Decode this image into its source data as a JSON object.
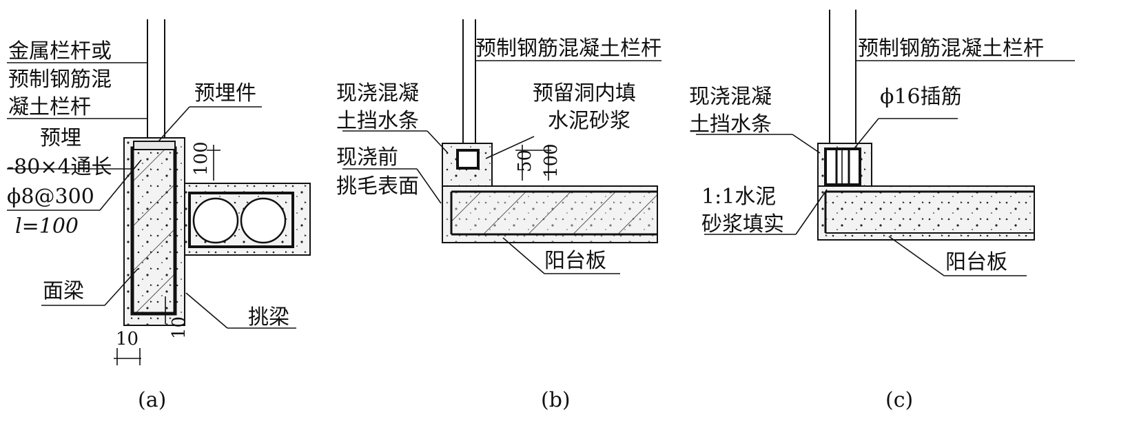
{
  "panel_a": {
    "label_railing_line1": "金属栏杆或",
    "label_railing_line2": "预制钢筋混",
    "label_railing_line3": "凝土栏杆",
    "label_embed": "预埋件",
    "label_embed_spec_1": "预埋",
    "label_embed_spec_2": "-80×4通长",
    "label_embed_spec_3": "ϕ8@300",
    "label_embed_spec_4": "l=100",
    "label_face_beam": "面梁",
    "label_cantilever": "挑梁",
    "dim_100": "100",
    "dim_10_bottom": "10",
    "dim_10_left": "10",
    "caption": "(a)"
  },
  "panel_b": {
    "label_railing": "预制钢筋混凝土栏杆",
    "label_curb_line1": "现浇混凝",
    "label_curb_line2": "土挡水条",
    "label_hole_line1": "预留洞内填",
    "label_hole_line2": "水泥砂浆",
    "label_rough_line1": "现浇前",
    "label_rough_line2": "挑毛表面",
    "label_slab": "阳台板",
    "dim_50": "50",
    "dim_100": "100",
    "caption": "(b)"
  },
  "panel_c": {
    "label_railing": "预制钢筋混凝土栏杆",
    "label_curb_line1": "现浇混凝",
    "label_curb_line2": "土挡水条",
    "label_dowel": "ϕ16插筋",
    "label_mortar_line1": "1:1水泥",
    "label_mortar_line2": "砂浆填实",
    "label_slab": "阳台板",
    "caption": "(c)"
  }
}
